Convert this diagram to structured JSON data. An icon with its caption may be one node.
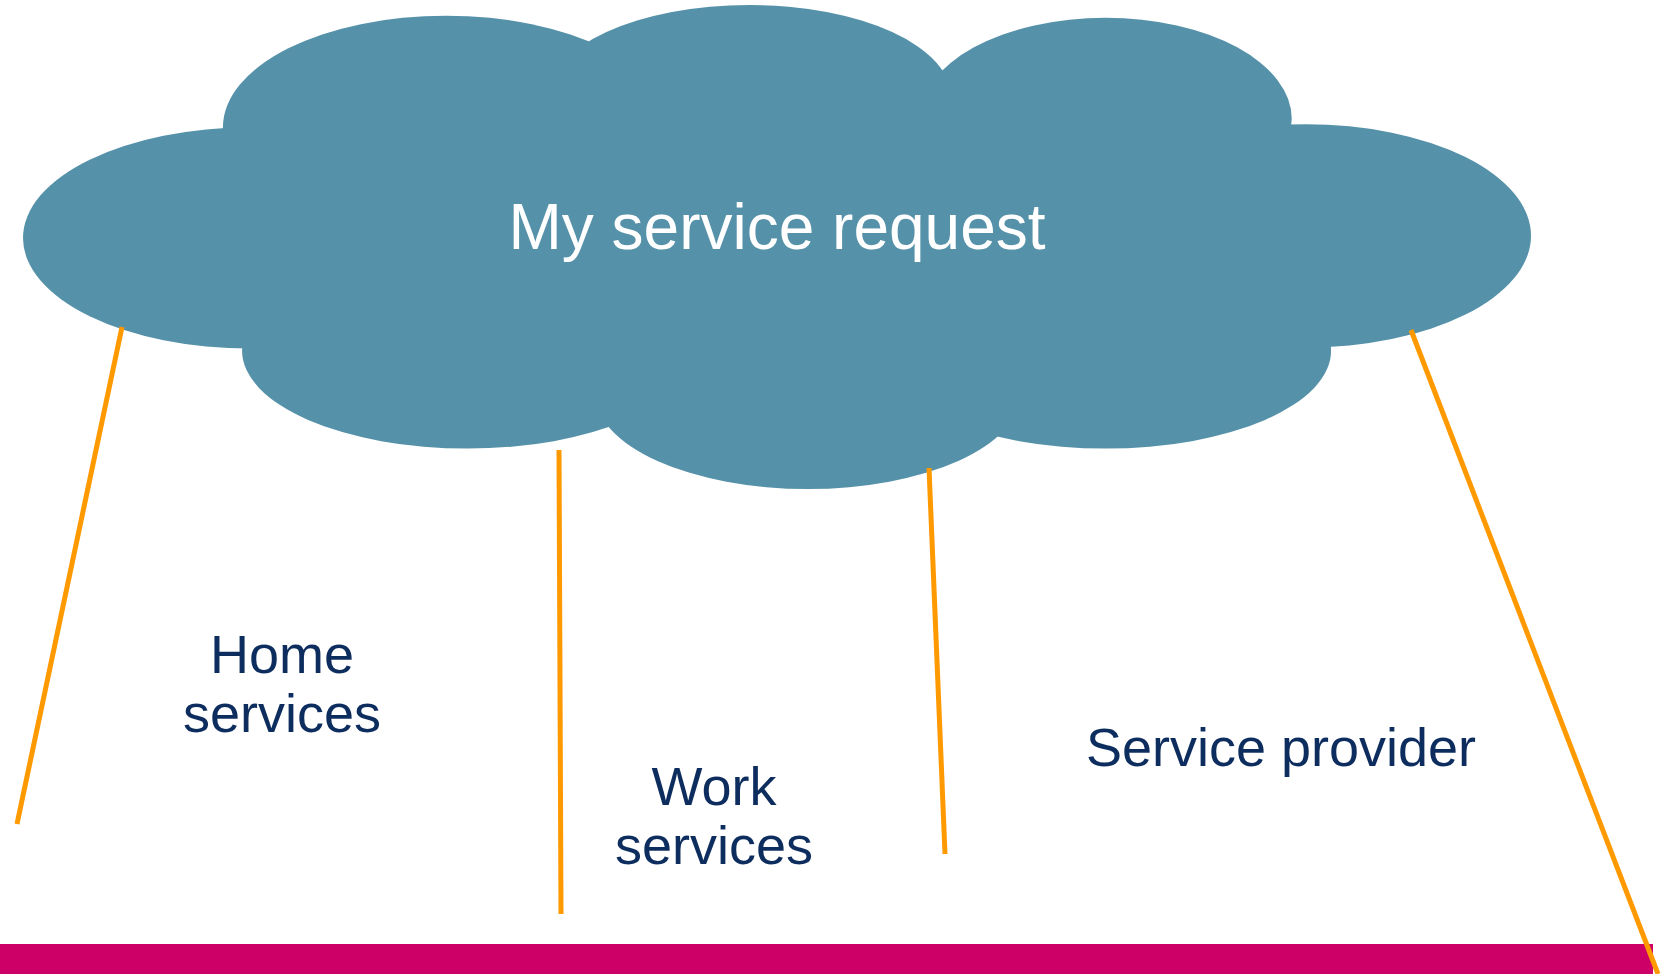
{
  "diagram": {
    "nodes": [
      {
        "text": [
          "My service request"
        ]
      },
      {
        "text": [],
        "shape": "bar"
      }
    ],
    "labels": [
      "Home services",
      "Work services",
      "Service provider"
    ]
  }
}
